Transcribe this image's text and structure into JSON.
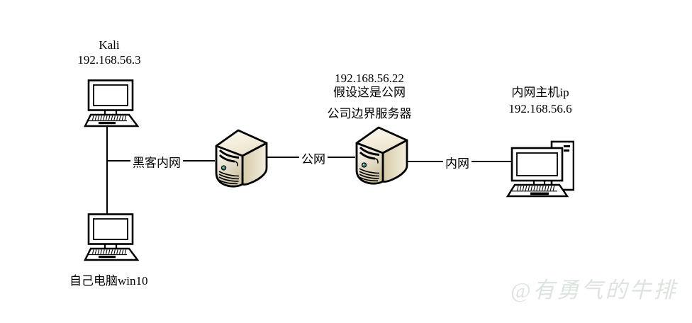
{
  "diagram": {
    "kali_node": {
      "name": "Kali",
      "ip": "192.168.56.3",
      "icon": "desktop-computer-icon"
    },
    "attacker_pc_node": {
      "label": "自己电脑win10",
      "icon": "desktop-computer-icon"
    },
    "hacker_gateway_node": {
      "icon": "tower-server-icon"
    },
    "border_server_node": {
      "ip": "192.168.56.22",
      "note": "假设这是公网",
      "label": "公司边界服务器",
      "icon": "tower-server-icon"
    },
    "intranet_host_node": {
      "title": "内网主机ip",
      "ip": "192.168.56.6",
      "icon": "desktop-pc-with-tower-icon"
    },
    "links": {
      "hacker_lan": "黑客内网",
      "public": "公网",
      "lan": "内网"
    }
  },
  "watermark": "@有勇气的牛排",
  "colors": {
    "background": "#ffffff",
    "line": "#000000",
    "text": "#000000",
    "server_top": "#faf6e9",
    "server_front_light": "#ffffff",
    "server_front_dark": "#cfc3a0",
    "server_side_dark": "#d5caa8",
    "server_side_light": "#f3eedd",
    "server_led": "#3f9f8f",
    "watermark": "#dde3de"
  }
}
